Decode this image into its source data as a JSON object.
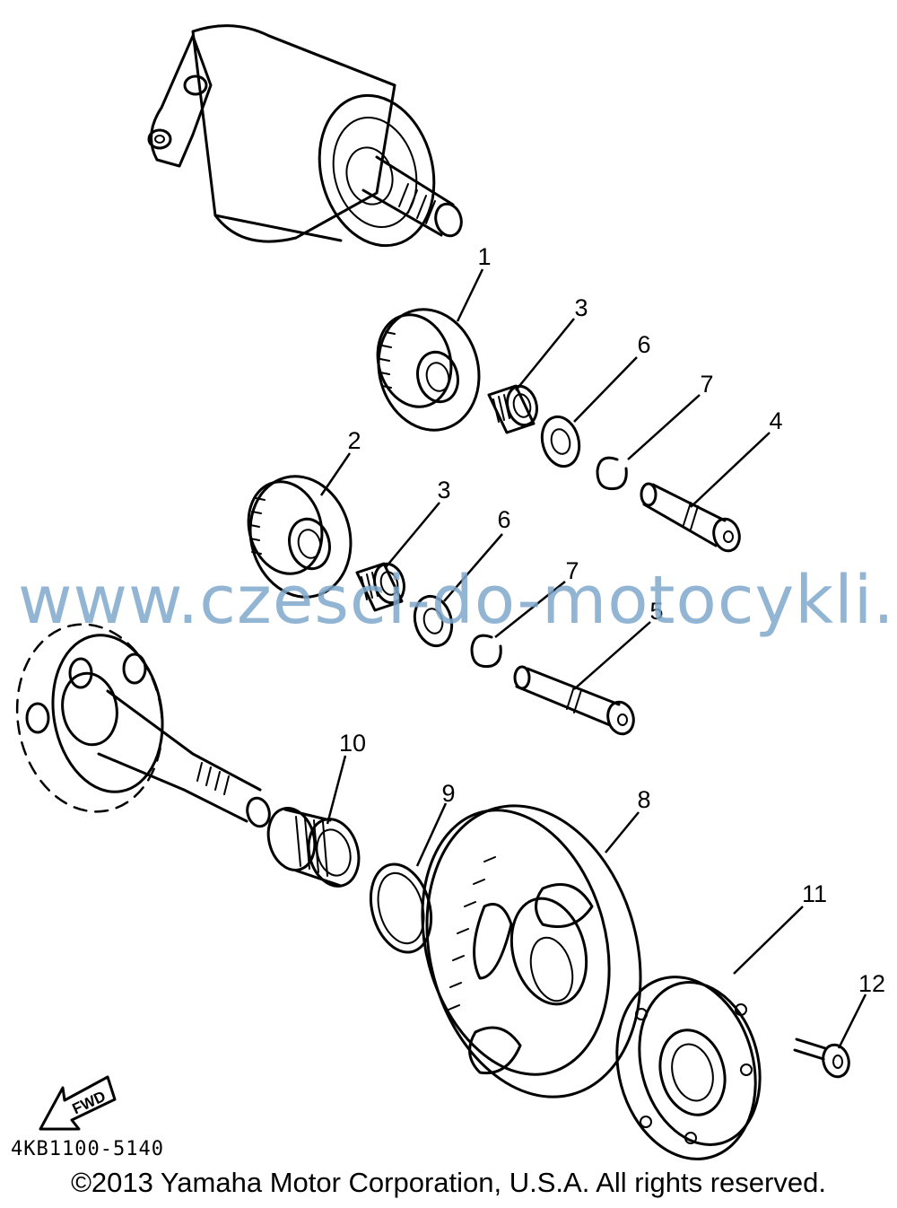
{
  "callouts": [
    "1",
    "2",
    "3",
    "3",
    "4",
    "5",
    "6",
    "6",
    "7",
    "7",
    "8",
    "9",
    "10",
    "11",
    "12"
  ],
  "fwd_label": "FWD",
  "part_number": "4KB1100-5140",
  "watermark": "www.czesci-do-motocykli.pl",
  "copyright": "©2013 Yamaha Motor Corporation, U.S.A. All rights reserved.",
  "colors": {
    "ink": "#000000",
    "watermark": "#7fa9cc",
    "background": "#ffffff"
  }
}
